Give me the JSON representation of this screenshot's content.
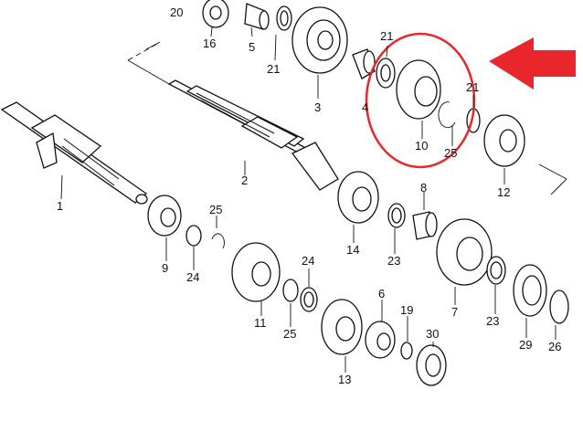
{
  "diagram": {
    "part_numbers": {
      "p1": "1",
      "p2": "2",
      "p3": "3",
      "p4": "4",
      "p5": "5",
      "p6": "6",
      "p7": "7",
      "p8": "8",
      "p9": "9",
      "p10": "10",
      "p11": "11",
      "p12": "12",
      "p13": "13",
      "p14": "14",
      "p16": "16",
      "p19": "19",
      "p20": "20",
      "p21a": "21",
      "p21b": "21",
      "p21c": "21",
      "p23a": "23",
      "p23b": "23",
      "p24a": "24",
      "p24b": "24",
      "p25a": "25",
      "p25b": "25",
      "p25c": "25",
      "p26": "26",
      "p29": "29",
      "p30": "30"
    },
    "highlight_color": "#e8262b"
  }
}
